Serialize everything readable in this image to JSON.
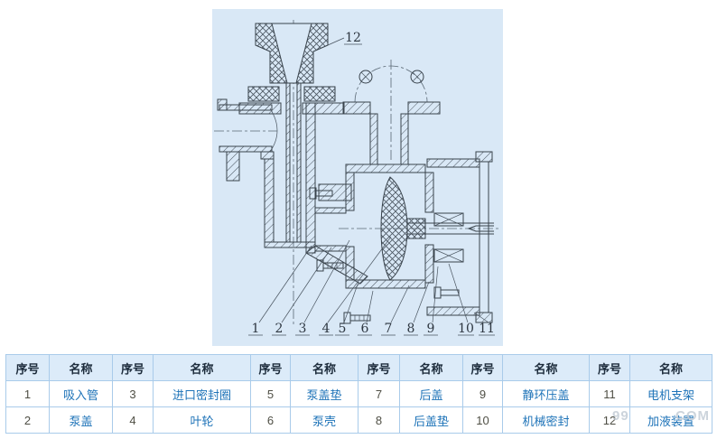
{
  "diagram": {
    "panel_bg": "#d9e8f6",
    "line_color": "#39434c",
    "top_label": "12",
    "bottom_labels": [
      "1",
      "2",
      "3",
      "4",
      "5",
      "6",
      "7",
      "8",
      "9",
      "10",
      "11"
    ]
  },
  "watermark": {
    "part1": "99",
    "part2": "COM"
  },
  "table": {
    "headers": [
      "序号",
      "名称",
      "序号",
      "名称",
      "序号",
      "名称",
      "序号",
      "名称",
      "序号",
      "名称",
      "序号",
      "名称"
    ],
    "rows": [
      [
        "1",
        "吸入管",
        "3",
        "进口密封圈",
        "5",
        "泵盖垫",
        "7",
        "后盖",
        "9",
        "静环压盖",
        "11",
        "电机支架"
      ],
      [
        "2",
        "泵盖",
        "4",
        "叶轮",
        "6",
        "泵壳",
        "8",
        "后盖垫",
        "10",
        "机械密封",
        "12",
        "加液装置"
      ]
    ]
  }
}
